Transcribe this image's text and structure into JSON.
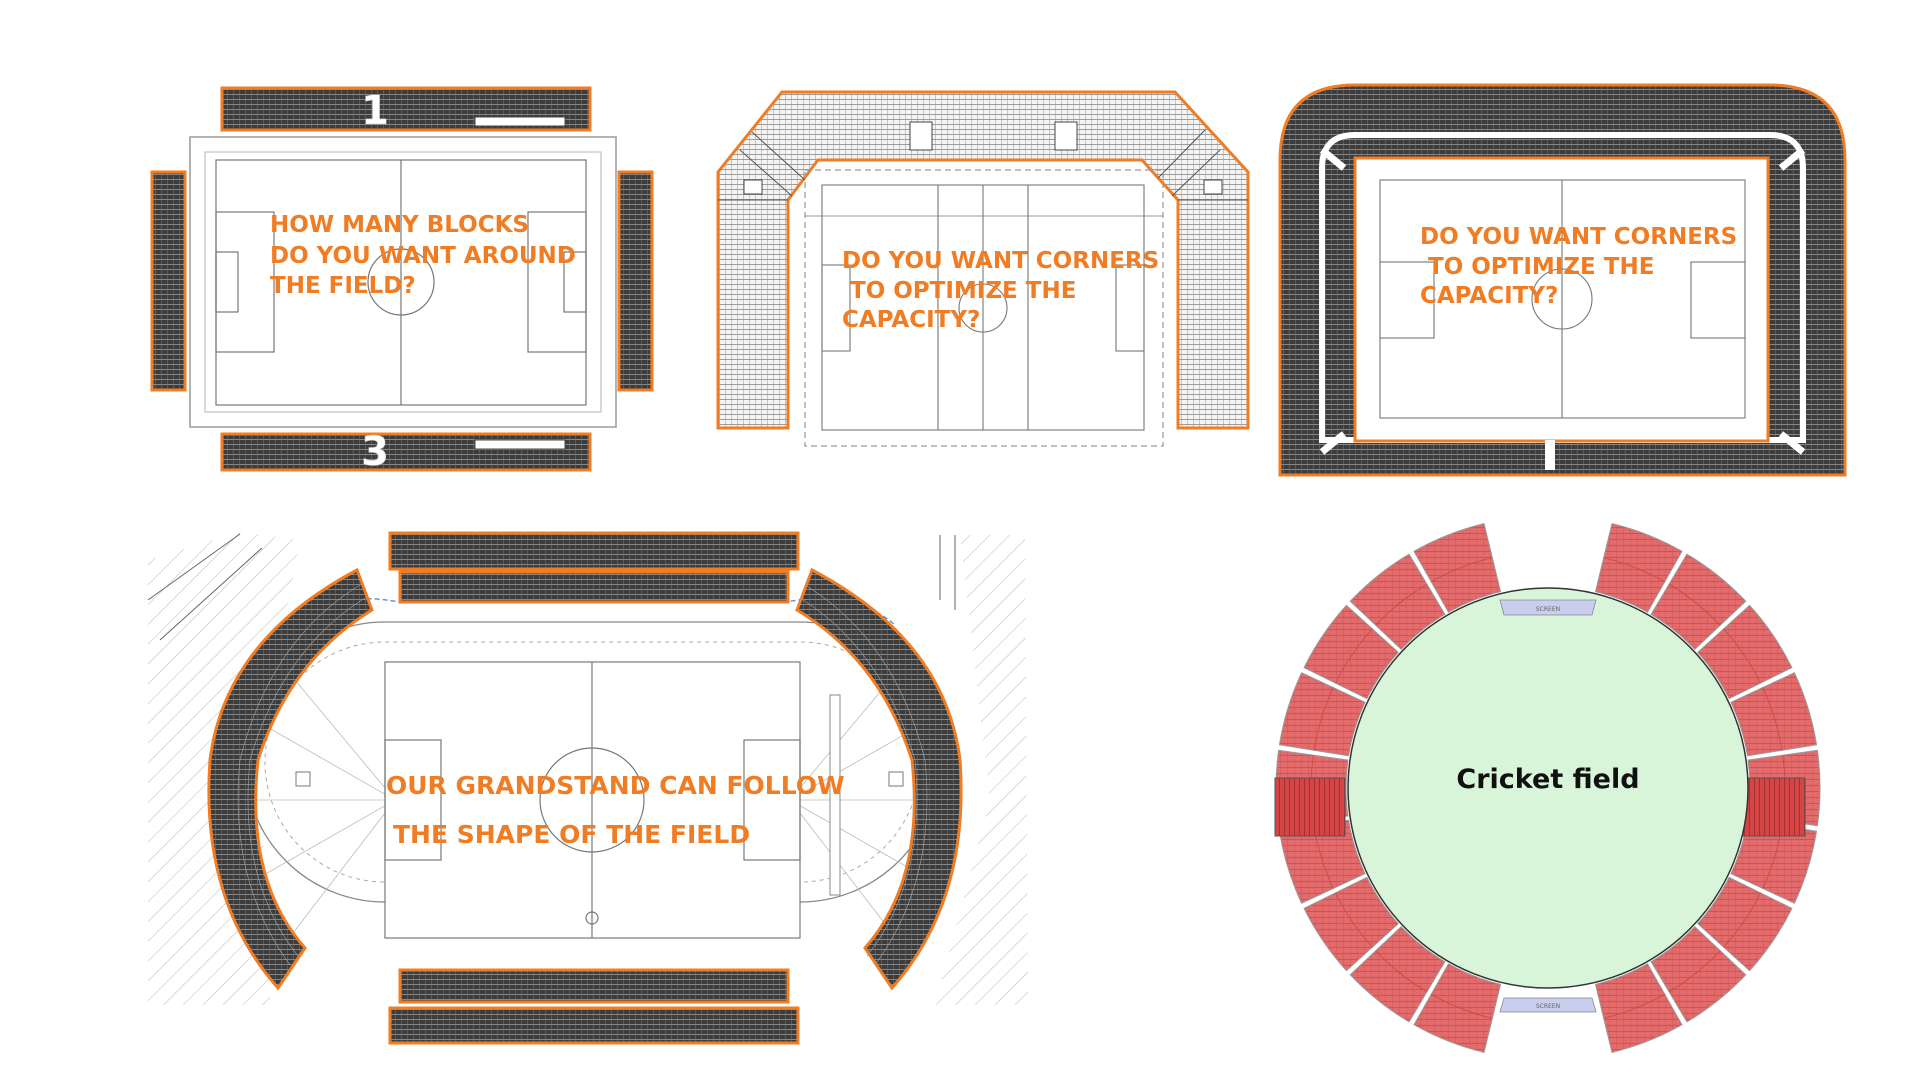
{
  "panels": [
    {
      "id": "blocks",
      "caption_lines": [
        "HOW MANY BLOCKS",
        "DO YOU WANT AROUND",
        "THE FIELD?"
      ],
      "block_numbers": [
        "1",
        "3"
      ]
    },
    {
      "id": "corners-chamfered",
      "caption_lines": [
        "DO YOU WANT CORNERS",
        " TO OPTIMIZE THE",
        "CAPACITY?"
      ]
    },
    {
      "id": "corners-rounded",
      "caption_lines": [
        "DO YOU WANT CORNERS",
        " TO OPTIMIZE THE",
        "CAPACITY?"
      ]
    },
    {
      "id": "curved-grandstand",
      "caption_lines": [
        "OUR GRANDSTAND CAN FOLLOW",
        "THE SHAPE OF THE FIELD"
      ]
    },
    {
      "id": "cricket",
      "field_label": "Cricket field",
      "screen_labels": [
        "SCREEN",
        "SCREEN"
      ]
    }
  ],
  "colors": {
    "accent_orange": "#f07c24",
    "seat_dark": "#3a3a3a",
    "seat_red": "#e06666",
    "cricket_field": "#d9f5d9",
    "screen_blue": "#c9cdee"
  }
}
